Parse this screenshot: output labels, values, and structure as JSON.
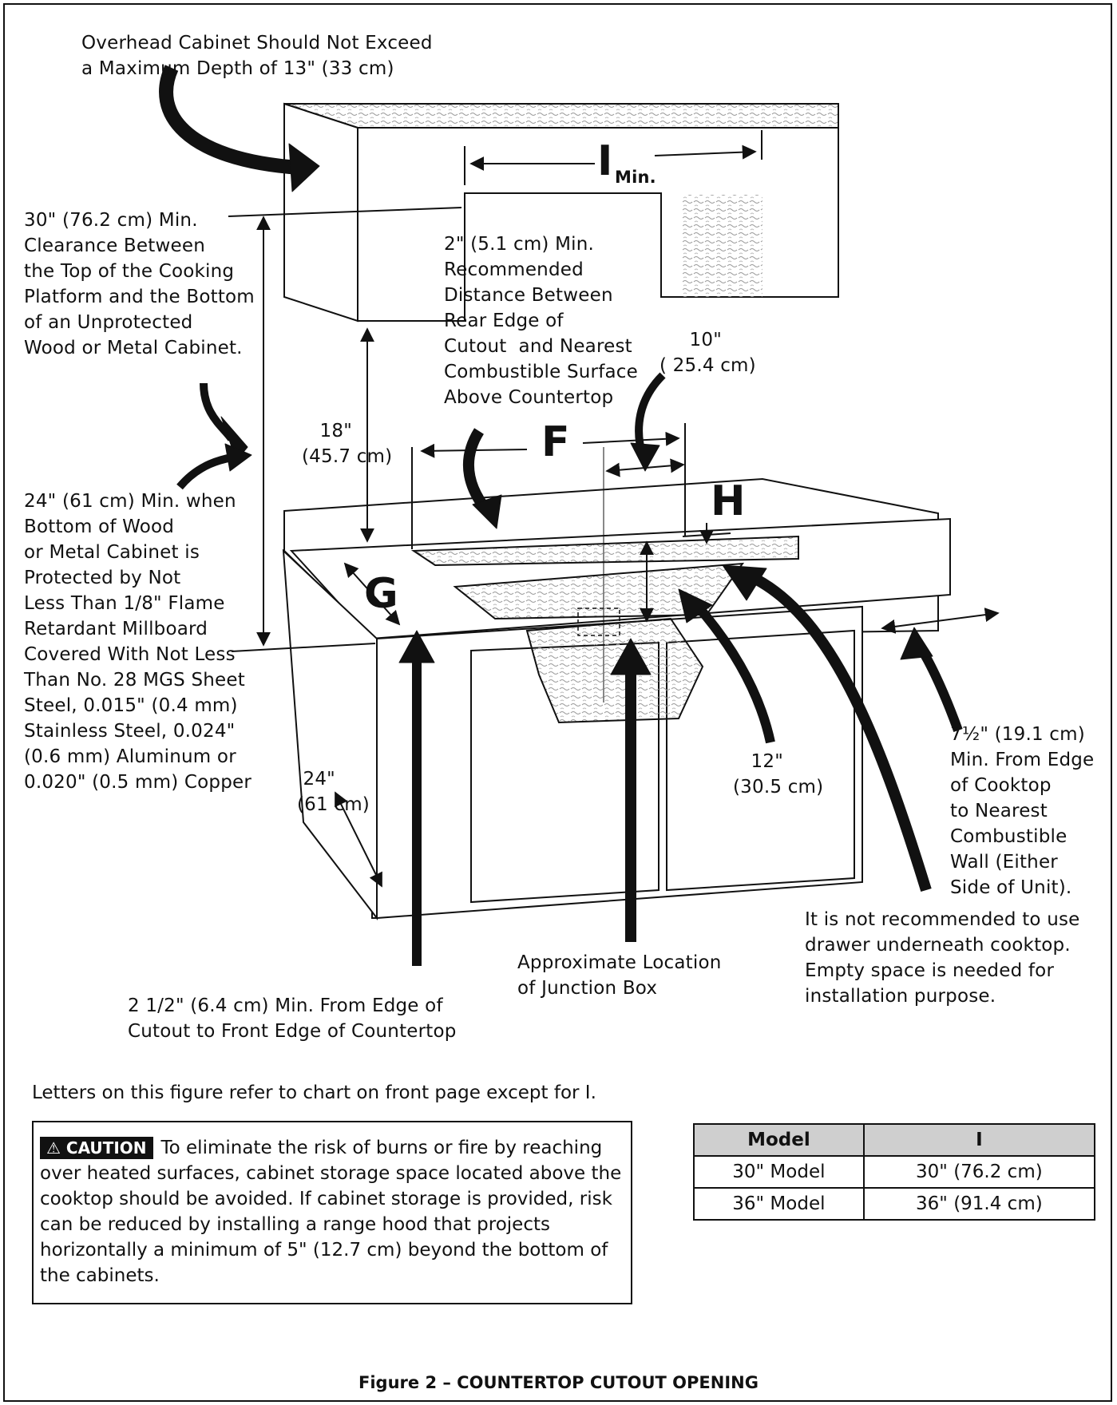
{
  "labels": {
    "overhead_cabinet": "Overhead Cabinet Should Not Exceed\na Maximum Depth of 13\" (33 cm)",
    "clearance_30": "30\" (76.2 cm) Min.\nClearance Between\nthe Top of the Cooking\nPlatform and the Bottom\nof an Unprotected\nWood or Metal Cabinet.",
    "clearance_24": "24\" (61 cm) Min. when\nBottom of Wood\nor Metal Cabinet is\nProtected by Not\nLess Than 1/8\" Flame\nRetardant Millboard\nCovered With Not Less\nThan No. 28 MGS Sheet\nSteel, 0.015\" (0.4 mm)\nStainless Steel, 0.024\"\n(0.6 mm) Aluminum or\n0.020\" (0.5 mm) Copper",
    "rear_distance": "2\" (5.1 cm) Min.\nRecommended\nDistance Between\nRear Edge of\nCutout  and Nearest\nCombustible Surface\nAbove Countertop",
    "ten_inch": "     10\"\n( 25.4 cm)",
    "eighteen_inch": "   18\"\n(45.7 cm)",
    "twentyfour_inch": " 24\"\n(61 cm)",
    "twelve_inch": "   12\"\n(30.5 cm)",
    "side_wall": "7½\" (19.1 cm)\nMin. From Edge\nof Cooktop\nto Nearest\nCombustible\nWall (Either\nSide of Unit).",
    "drawer_note": "It is not recommended to use\ndrawer underneath cooktop.\nEmpty space is needed for\ninstallation purpose.",
    "junction_box": "Approximate Location\nof Junction Box",
    "front_edge": "2 1/2\" (6.4 cm) Min. From Edge of\nCutout to Front Edge of Countertop",
    "letter_i": "I",
    "min_sub": "Min.",
    "letter_f": "F",
    "letter_g": "G",
    "letter_h": "H"
  },
  "note": "Letters on this figure refer to chart on front page except for I.",
  "caution": {
    "badge": "⚠ CAUTION",
    "text": "To eliminate the risk of burns or fire by reaching over heated surfaces, cabinet storage space located above the cooktop should be avoided. If cabinet storage is provided, risk can be reduced by installing a range hood that projects horizontally a minimum of 5\" (12.7 cm) beyond the bottom of the cabinets."
  },
  "table": {
    "headers": [
      "Model",
      "I"
    ],
    "rows": [
      [
        "30\" Model",
        "30\" (76.2 cm)"
      ],
      [
        "36\" Model",
        "36\" (91.4 cm)"
      ]
    ]
  },
  "caption": "Figure 2 – COUNTERTOP CUTOUT OPENING"
}
